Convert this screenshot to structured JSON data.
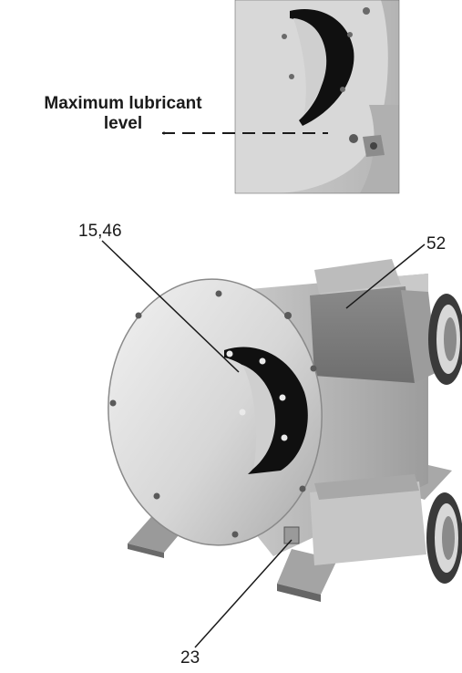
{
  "annotations": {
    "max_level_line1": "Maximum lubricant",
    "max_level_line2": "level"
  },
  "callouts": [
    {
      "id": "c1",
      "text": "15,46"
    },
    {
      "id": "c2",
      "text": "52"
    },
    {
      "id": "c3",
      "text": "23"
    }
  ],
  "colors": {
    "line": "#1a1a1a",
    "steel_light": "#e2e2e2",
    "steel_mid": "#bdbdbd",
    "steel_dark": "#7a7a7a",
    "window_black": "#101010"
  },
  "icons": [
    "pump-housing-icon",
    "sight-window-icon",
    "bolt-icon"
  ]
}
